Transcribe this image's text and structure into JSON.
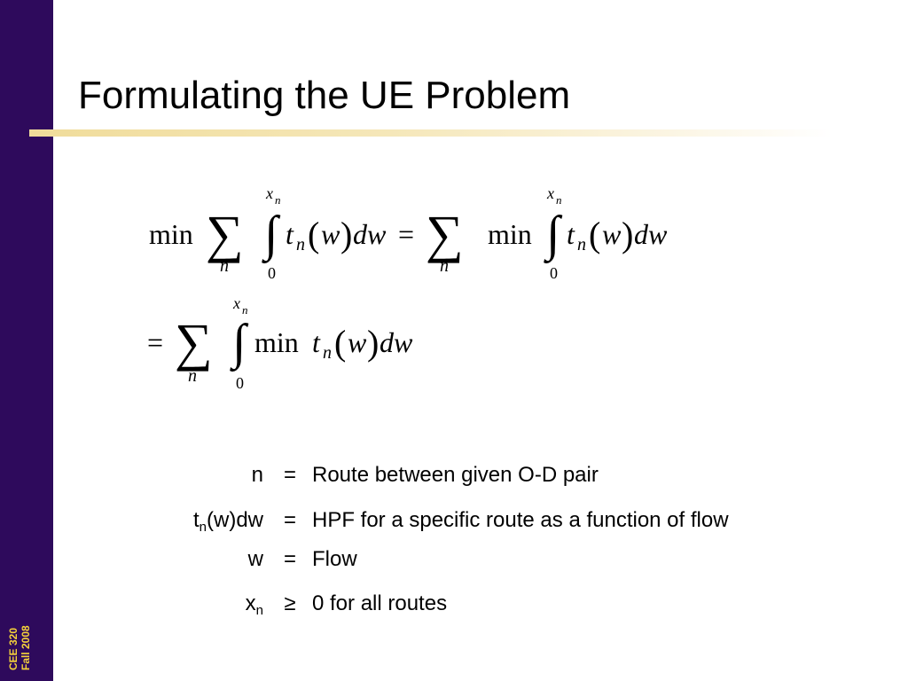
{
  "sidebar": {
    "course": "CEE 320",
    "term": "Fall 2008"
  },
  "title": "Formulating the UE Problem",
  "equations": {
    "eq1": {
      "min1": "min",
      "sum_sub1": "n",
      "int_upper1": "x",
      "int_upper_sub1": "n",
      "int_lower1": "0",
      "integrand1_t": "t",
      "integrand1_sub": "n",
      "integrand1_w": "w",
      "integrand1_dw": "dw",
      "equals": "=",
      "sum_sub2": "n",
      "min2": "min",
      "int_upper2": "x",
      "int_upper_sub2": "n",
      "int_lower2": "0",
      "integrand2_t": "t",
      "integrand2_sub": "n",
      "integrand2_w": "w",
      "integrand2_dw": "dw"
    },
    "eq2": {
      "equals": "=",
      "sum_sub": "n",
      "int_upper": "x",
      "int_upper_sub": "n",
      "int_lower": "0",
      "min": "min",
      "integrand_t": "t",
      "integrand_sub": "n",
      "integrand_w": "w",
      "integrand_dw": "dw"
    }
  },
  "definitions": [
    {
      "term": "n",
      "term_sub": "",
      "term_suffix": "",
      "op": "=",
      "desc": "Route between given O-D pair"
    },
    {
      "term": "t",
      "term_sub": "n",
      "term_suffix": "(w)dw",
      "op": "=",
      "desc": "HPF for a specific route as a function of flow"
    },
    {
      "term": "w",
      "term_sub": "",
      "term_suffix": "",
      "op": "=",
      "desc": "Flow"
    },
    {
      "term": "x",
      "term_sub": "n",
      "term_suffix": "",
      "op": "≥",
      "desc": "0 for all routes"
    }
  ]
}
